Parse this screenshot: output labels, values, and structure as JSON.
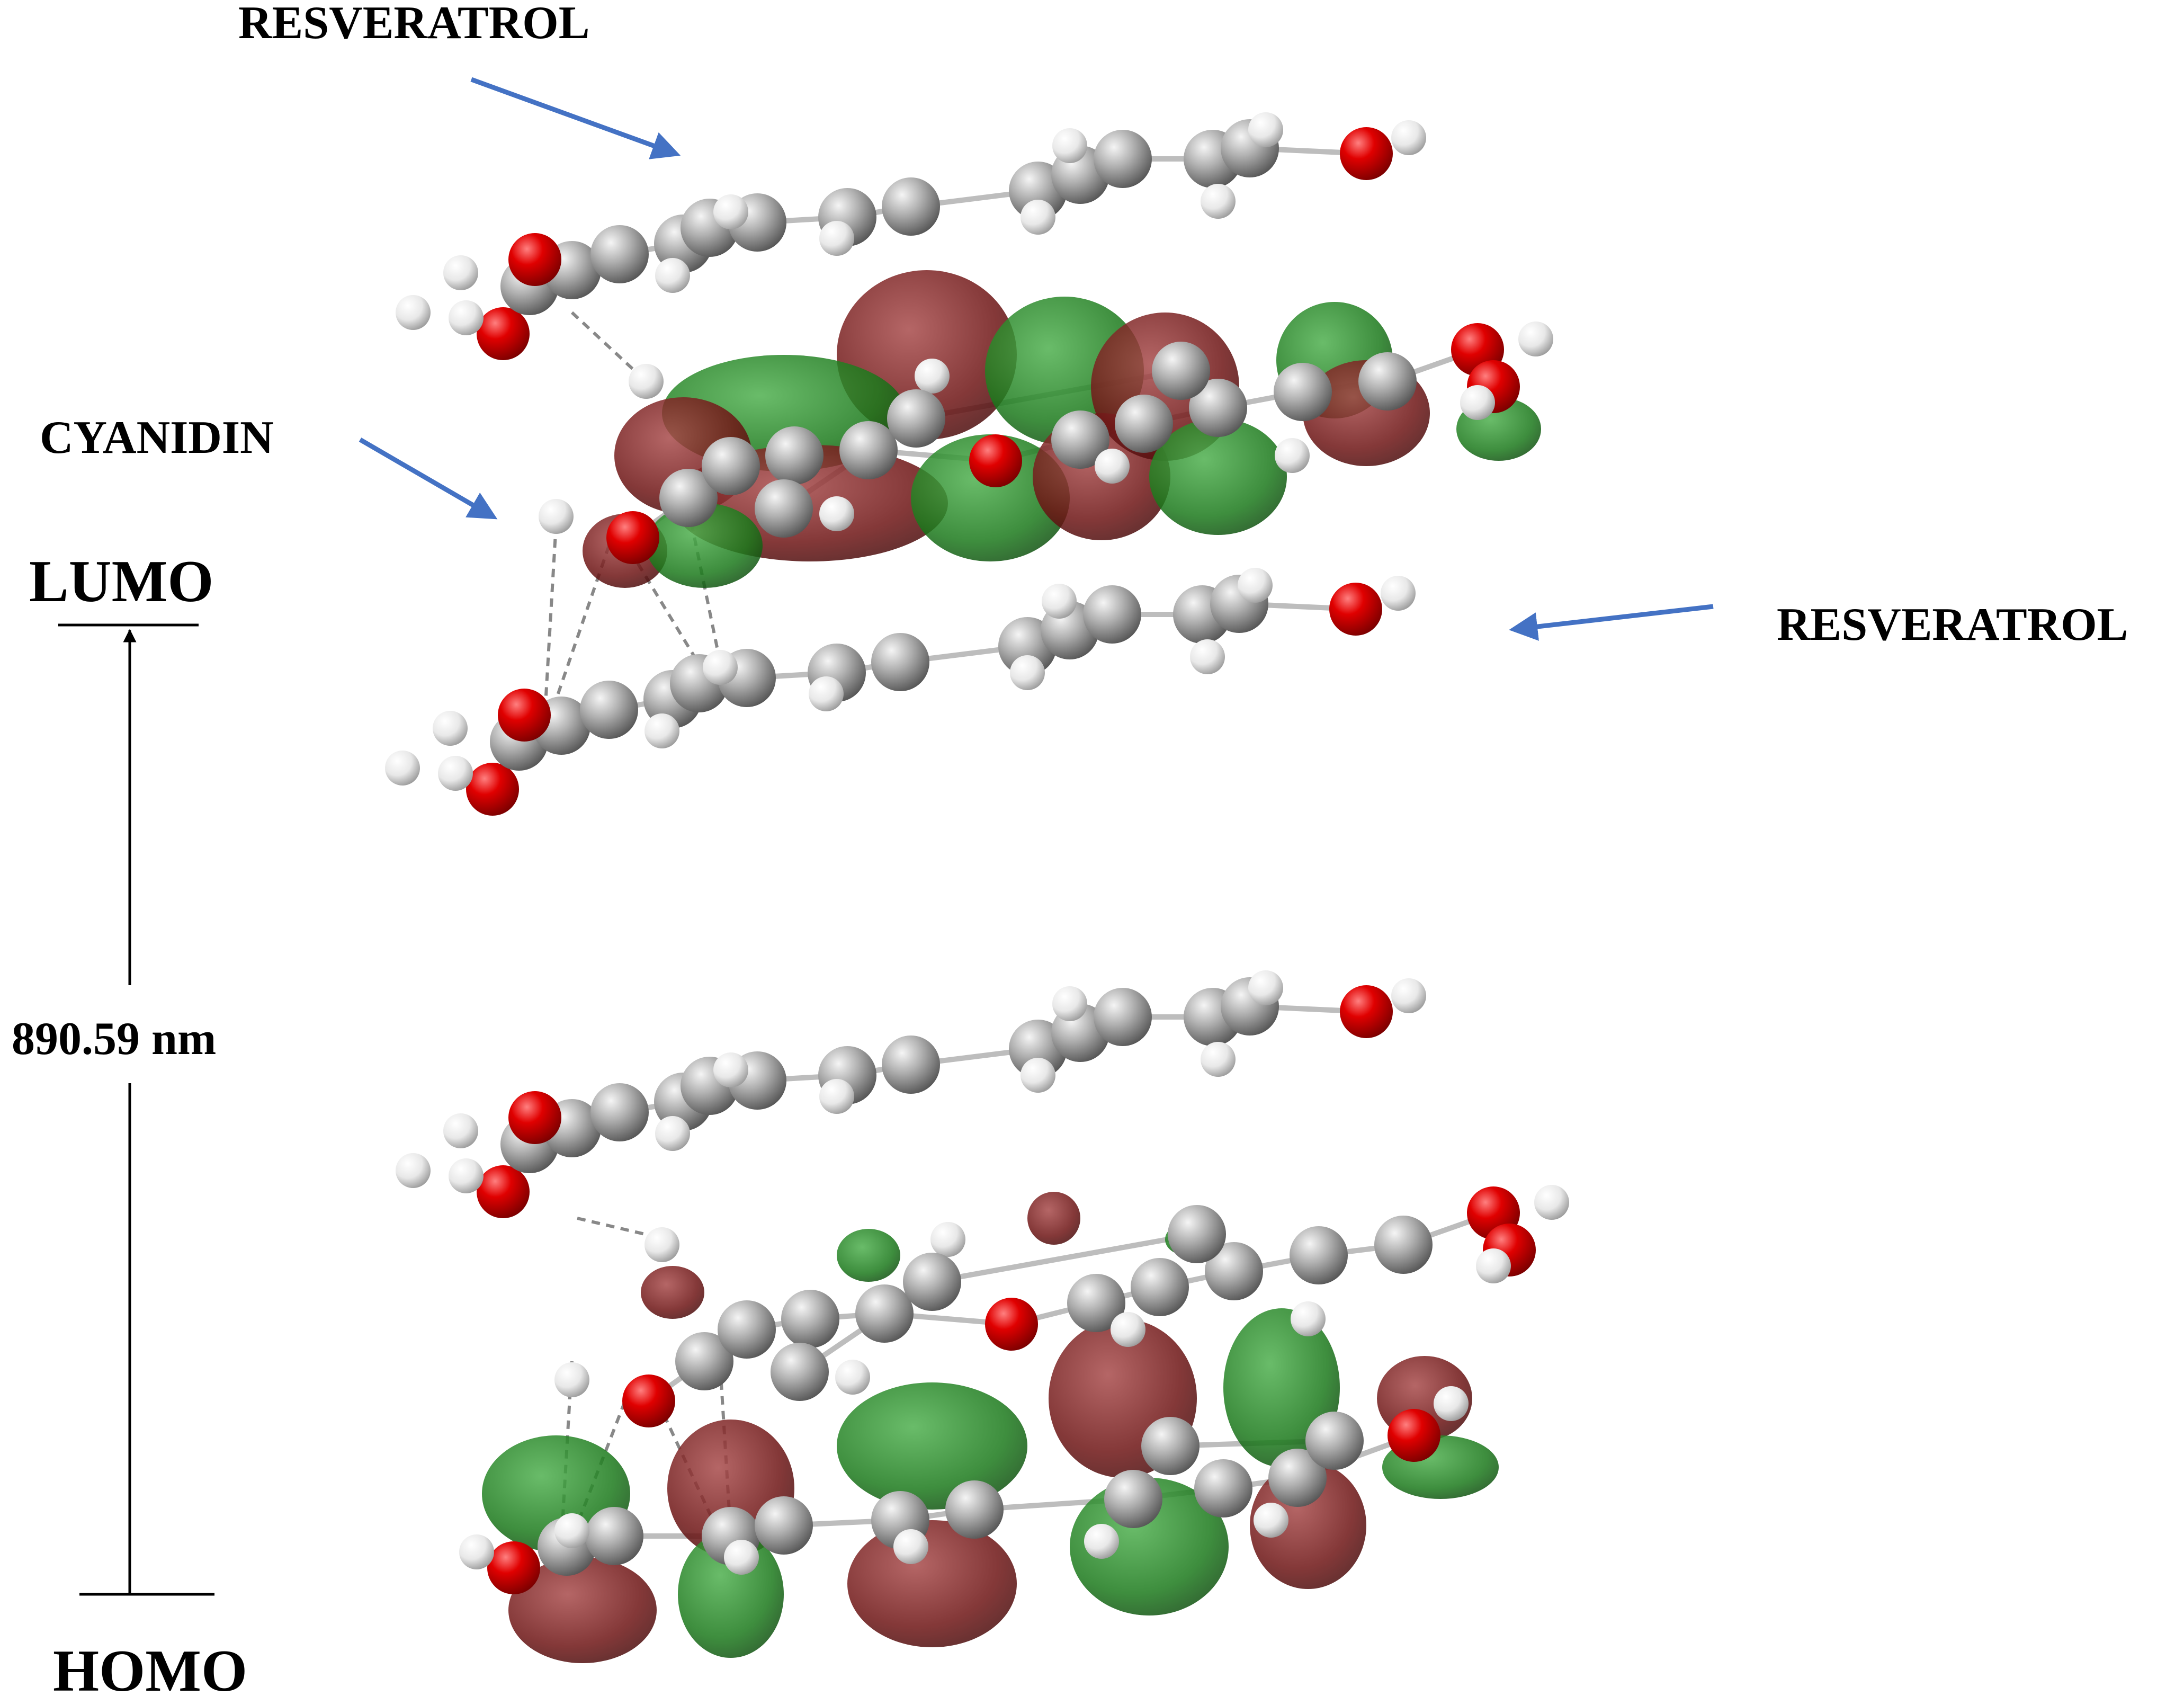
{
  "labels": {
    "resveratrol_top": "RESVERATROL",
    "cyanidin": "CYANIDIN",
    "resveratrol_right": "RESVERATROL",
    "lumo": "LUMO",
    "homo": "HOMO",
    "gap": "890.59 nm"
  },
  "colors": {
    "arrow": "#4472c4",
    "orbital_positive": "#7a1a1a",
    "orbital_negative": "#1f7a1f",
    "carbon": "#a9a9a9",
    "hydrogen": "#f2f2f2",
    "oxygen": "#e00000",
    "axis": "#000000"
  }
}
